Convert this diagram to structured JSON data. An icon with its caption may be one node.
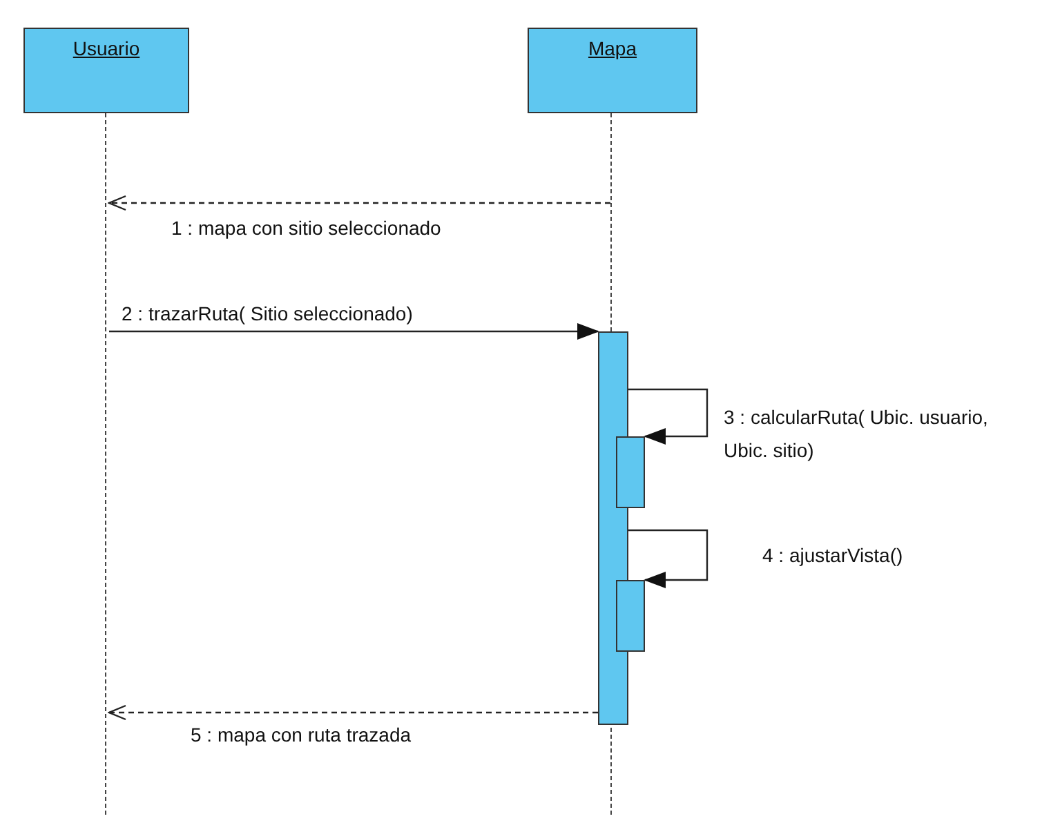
{
  "diagram": {
    "nodes": [
      {
        "text": [
          "Usuario"
        ]
      },
      {
        "text": [
          "Mapa"
        ]
      },
      {
        "text": [],
        "shape": "line"
      },
      {
        "text": [],
        "shape": "line"
      },
      {
        "text": [],
        "shape": "bar"
      },
      {
        "text": [],
        "shape": "bar"
      },
      {
        "text": [],
        "shape": "bar"
      }
    ],
    "edges": [
      {
        "from": 3,
        "to": 2,
        "arrow": "to",
        "style": "dashed",
        "label": "1 : mapa con sitio seleccionado"
      },
      {
        "from": 2,
        "to": 4,
        "arrow": "to",
        "label": "2 : trazarRuta( Sitio seleccionado)"
      },
      {
        "from": 4,
        "to": 5,
        "arrow": "to",
        "label": "3 : calcularRuta( Ubic. usuario, Ubic. sitio)"
      },
      {
        "from": 4,
        "to": 6,
        "arrow": "to",
        "label": "4 : ajustarVista()"
      },
      {
        "from": 4,
        "to": 2,
        "arrow": "to",
        "style": "dashed",
        "label": "5 : mapa con ruta trazada"
      }
    ]
  }
}
